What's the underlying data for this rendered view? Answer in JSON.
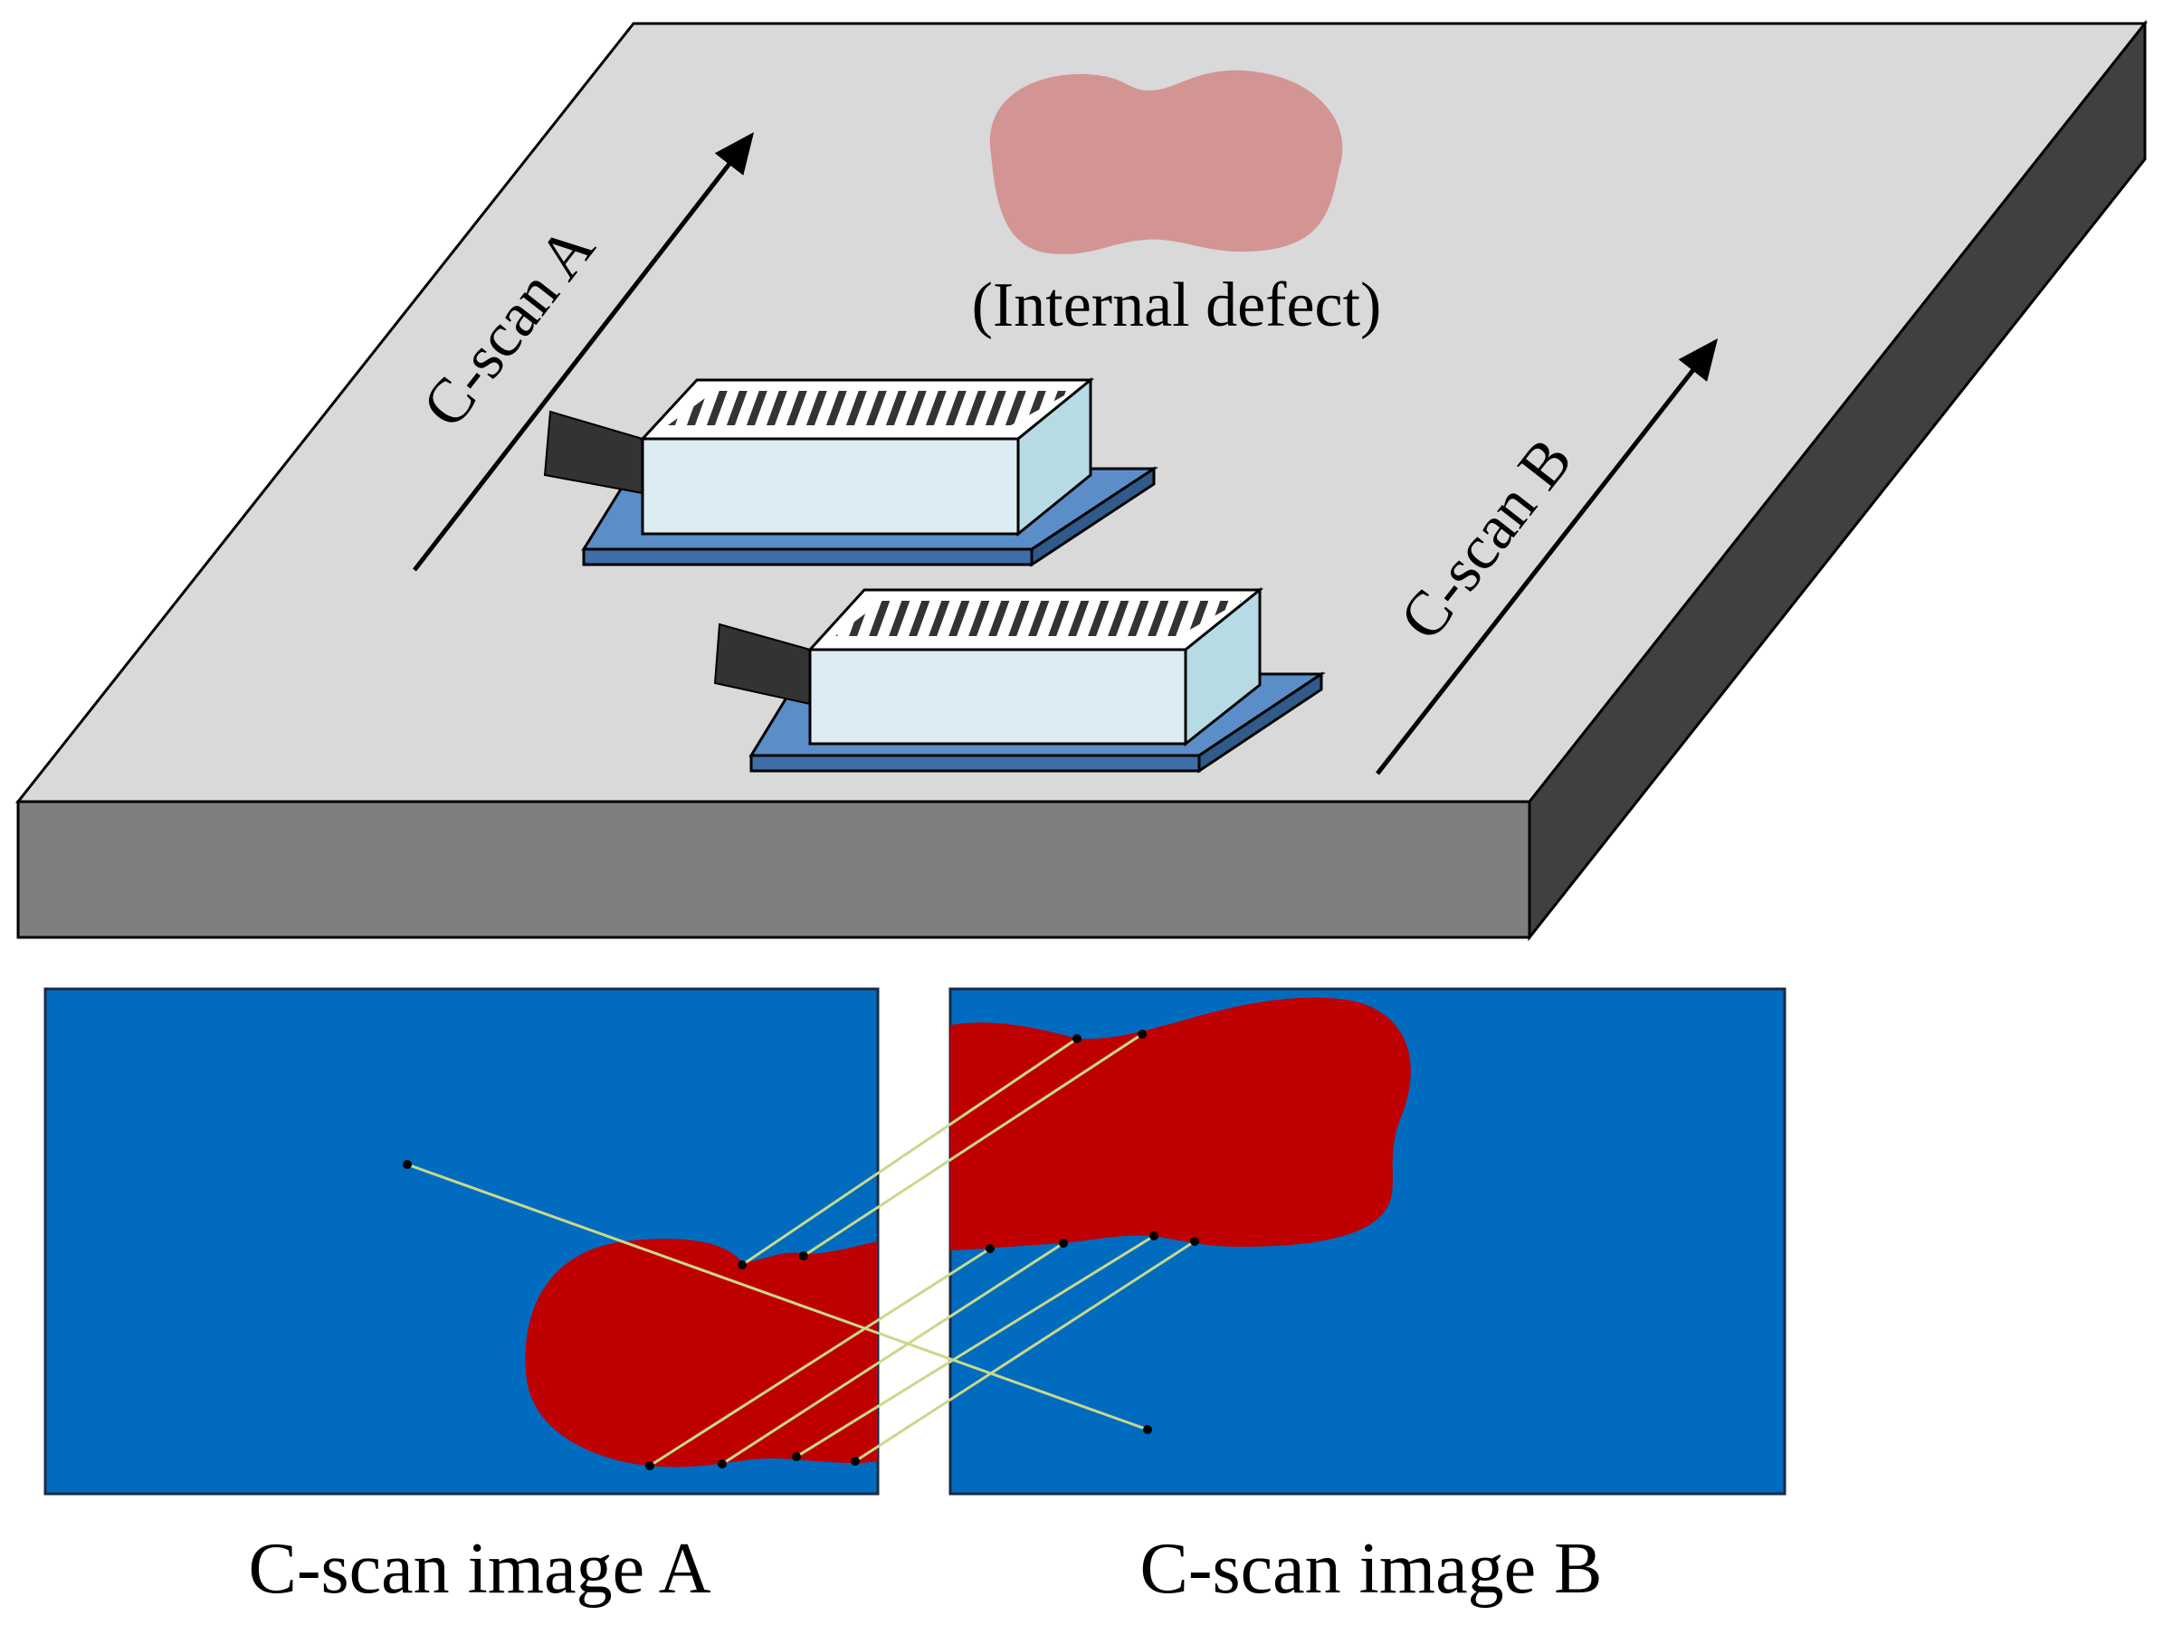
{
  "plate": {
    "defect_label": "(Internal defect)",
    "scan_a_label": "C-scan A",
    "scan_b_label": "C-scan B"
  },
  "images": {
    "a_caption": "C-scan image A",
    "b_caption": "C-scan image B"
  },
  "colors": {
    "plate_top": "#d9d9d9",
    "plate_front": "#7f7f7f",
    "plate_side": "#404040",
    "defect_on_plate": "#d29594",
    "probe_body": "#dcecf3",
    "probe_base": "#5b8ec9",
    "scan_background": "#006bbf",
    "scan_defect": "#bf0000",
    "match_line": "#c9d98a"
  }
}
